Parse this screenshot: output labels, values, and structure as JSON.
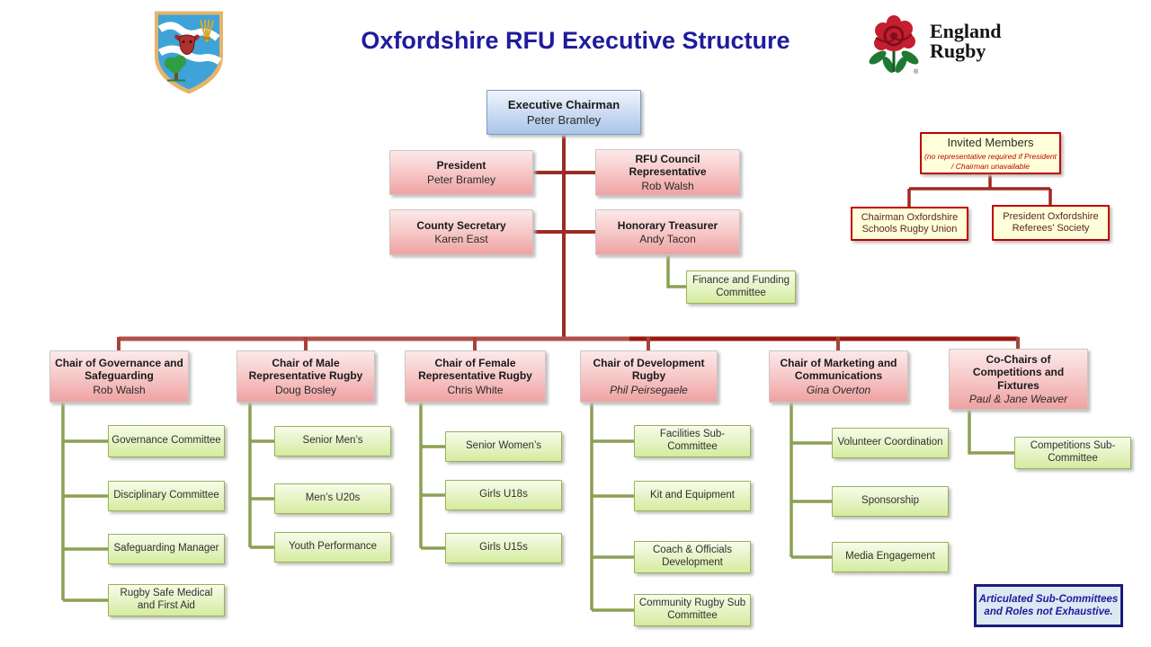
{
  "title": "Oxfordshire RFU Executive Structure",
  "logos": {
    "crest": "oxfordshire-rfu-crest",
    "england_line1": "England",
    "england_line2": "Rugby"
  },
  "executive": {
    "chairman": {
      "title": "Executive Chairman",
      "name": "Peter Bramley"
    },
    "officers": [
      {
        "title": "President",
        "name": "Peter Bramley"
      },
      {
        "title": "RFU Council Representative",
        "name": "Rob Walsh"
      },
      {
        "title": "County Secretary",
        "name": "Karen East"
      },
      {
        "title": "Honorary Treasurer",
        "name": "Andy Tacon"
      }
    ],
    "treasurer_committee": "Finance and Funding Committee"
  },
  "invited": {
    "title": "Invited Members",
    "note": "(no representative required if President / Chairman unavailable",
    "members": [
      "Chairman Oxfordshire Schools Rugby Union",
      "President Oxfordshire Referees’ Society"
    ]
  },
  "chairs": [
    {
      "title": "Chair of Governance and Safeguarding",
      "name": "Rob Walsh",
      "subs": [
        "Governance Committee",
        "Disciplinary Committee",
        "Safeguarding Manager",
        "Rugby Safe Medical and First Aid"
      ]
    },
    {
      "title": "Chair of Male Representative Rugby",
      "name": "Doug Bosley",
      "subs": [
        "Senior Men’s",
        "Men’s U20s",
        "Youth Performance"
      ]
    },
    {
      "title": "Chair of Female Representative Rugby",
      "name": "Chris White",
      "subs": [
        "Senior Women’s",
        "Girls U18s",
        "Girls U15s"
      ]
    },
    {
      "title": "Chair of Development Rugby",
      "name": "Phil Peirsegaele",
      "subs": [
        "Facilities Sub-Committee",
        "Kit and Equipment",
        "Coach & Officials Development",
        "Community Rugby Sub Committee"
      ]
    },
    {
      "title": "Chair of Marketing and Communications",
      "name": "Gina Overton",
      "subs": [
        "Volunteer Coordination",
        "Sponsorship",
        "Media Engagement"
      ]
    },
    {
      "title": "Co-Chairs of Competitions and Fixtures",
      "name": "Paul & Jane Weaver",
      "subs": [
        "Competitions Sub-Committee"
      ]
    }
  ],
  "footnote": "Articulated Sub-Committees and Roles not Exhaustive.",
  "colors": {
    "title_navy": "#1f1c9c",
    "red_connector": "#a8423a",
    "red_connector_dark": "#9a1a12",
    "green_connector": "#8ca052",
    "yellow_border_red": "#c00000",
    "pink_box_bottom": "#efa2a2",
    "blue_box_bottom": "#aac5e9",
    "green_box_bottom": "#d4ec9e"
  }
}
